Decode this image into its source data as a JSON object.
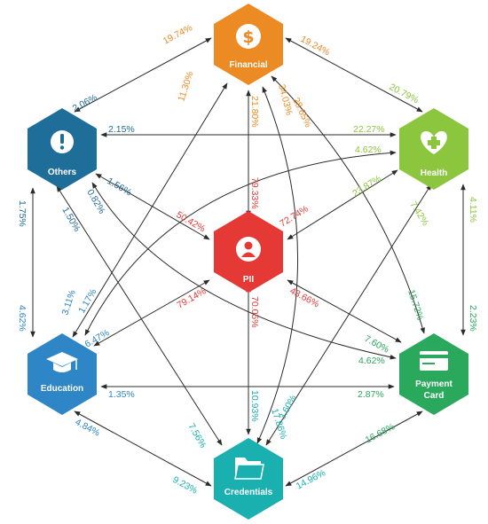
{
  "nodes": {
    "financial": {
      "label": "Financial",
      "color": "#ec8a23",
      "icon": "dollar-icon"
    },
    "health": {
      "label": "Health",
      "color": "#8cc63f",
      "icon": "heart-plus-icon"
    },
    "payment": {
      "label_line1": "Payment",
      "label_line2": "Card",
      "color": "#2aa85c",
      "icon": "credit-card-icon"
    },
    "credentials": {
      "label": "Credentials",
      "color": "#1ab0b0",
      "icon": "folder-icon"
    },
    "education": {
      "label": "Education",
      "color": "#2e86c6",
      "icon": "graduation-cap-icon"
    },
    "others": {
      "label": "Others",
      "color": "#1f6d99",
      "icon": "exclamation-icon"
    },
    "pii": {
      "label": "PII",
      "color": "#e53935",
      "icon": "user-icon"
    }
  },
  "percentages": {
    "fin_oth": "19.74%",
    "oth_fin": "2.06%",
    "fin_hea": "19.24%",
    "hea_fin": "20.79%",
    "fin_edu": "11.30%",
    "fin_pii": "21.80%",
    "pii_fin": "79.33%",
    "fin_cre": "34.03%",
    "fin_pay": "28.65%",
    "oth_hea": "2.15%",
    "hea_oth": "22.27%",
    "hea_edu": "4.62%",
    "hea_pii": "23.87%",
    "pii_hea": "72.74%",
    "hea_cre": "7.42%",
    "hea_pay": "4.11%",
    "pay_hea": "2.23%",
    "oth_pii": "1.56%",
    "pii_oth": "50.42%",
    "oth_pay": "0.82%",
    "oth_cre": "1.50%",
    "oth_edu": "1.75%",
    "edu_oth": "4.62%",
    "edu_fin": "3.11%",
    "edu_hea": "1.17%",
    "edu_pii": "6.47%",
    "pii_edu": "79.14%",
    "pii_pay": "43.66%",
    "pay_pii": "7.60%",
    "pii_cre": "70.05%",
    "cre_pii": "10.93%",
    "pay_fin": "15.72%",
    "pay_oth": "4.62%",
    "edu_pay": "1.35%",
    "pay_edu": "2.87%",
    "edu_cre": "4.84%",
    "cre_edu": "9.23%",
    "cre_oth": "7.56%",
    "cre_fin": "17.86%",
    "cre_hea": "3.60%",
    "pay_cre": "16.68%",
    "cre_pay": "14.96%"
  }
}
